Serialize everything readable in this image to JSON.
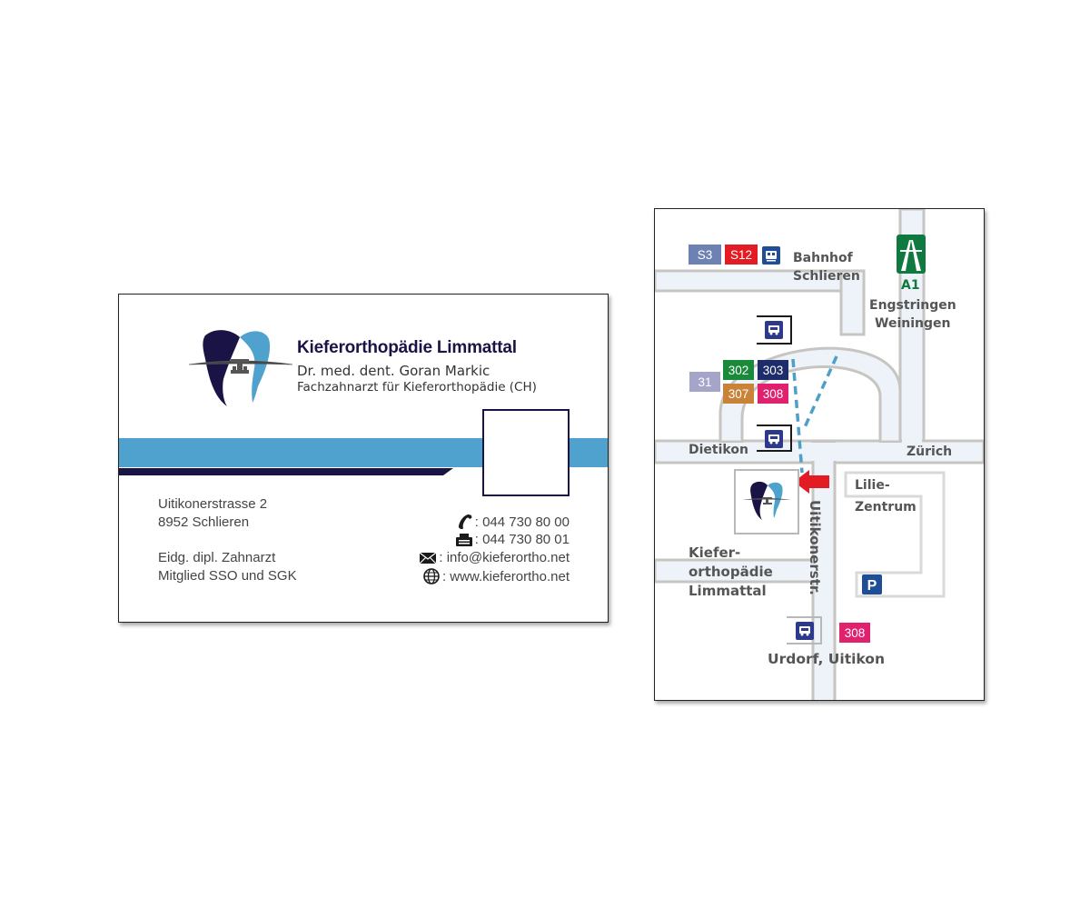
{
  "card": {
    "title": "Kieferorthopädie Limmattal",
    "doctor": "Dr. med. dent. Goran Markic",
    "specialty": "Fachzahnarzt für Kieferorthopädie (CH)",
    "address_line1": "Uitikonerstrasse 2",
    "address_line2": "8952 Schlieren",
    "qualification_line1": "Eidg. dipl. Zahnarzt",
    "qualification_line2": "Mitglied SSO und SGK",
    "phone": ": 044 730 80 00",
    "fax": ": 044 730 80 01",
    "email": ": info@kieferortho.net",
    "website": ": www.kieferortho.net",
    "colors": {
      "navy": "#1a1446",
      "blue": "#4fa1ce"
    },
    "icons": [
      "tooth-logo-icon",
      "phone-icon",
      "fax-icon",
      "envelope-icon",
      "globe-icon"
    ]
  },
  "map": {
    "labels": {
      "bahnhof": "Bahnhof",
      "schlieren": "Schlieren",
      "motorway_number": "A1",
      "engstringen": "Engstringen",
      "weiningen": "Weiningen",
      "dietikon": "Dietikon",
      "zurich": "Zürich",
      "lilie": "Lilie-",
      "zentrum": "Zentrum",
      "kiefer": "Kiefer-",
      "orthopaedie": "orthopädie",
      "limmattal": "Limmattal",
      "street": "Uitikonerstr.",
      "urdorf": "Urdorf, Uitikon"
    },
    "train_lines": [
      {
        "label": "S3",
        "color": "#6d82b3"
      },
      {
        "label": "S12",
        "color": "#e31b23"
      }
    ],
    "bus_lines": [
      {
        "label": "31",
        "color": "#a5a4c9"
      },
      {
        "label": "302",
        "color": "#1a8a3a"
      },
      {
        "label": "303",
        "color": "#1f2c6b"
      },
      {
        "label": "307",
        "color": "#c98338"
      },
      {
        "label": "308",
        "color": "#e0216e"
      },
      {
        "label": "308",
        "color": "#e0216e"
      }
    ],
    "colors": {
      "road": "#edf3f8",
      "road_edge": "#c7c5c2",
      "path": "#4f9fc7",
      "arrow": "#e31b23",
      "motorway": "#0e7a3f",
      "parking": "#1f4e96"
    },
    "icons": [
      "train-station-icon",
      "bus-stop-icon",
      "motorway-icon",
      "parking-icon",
      "location-arrow-icon"
    ]
  }
}
